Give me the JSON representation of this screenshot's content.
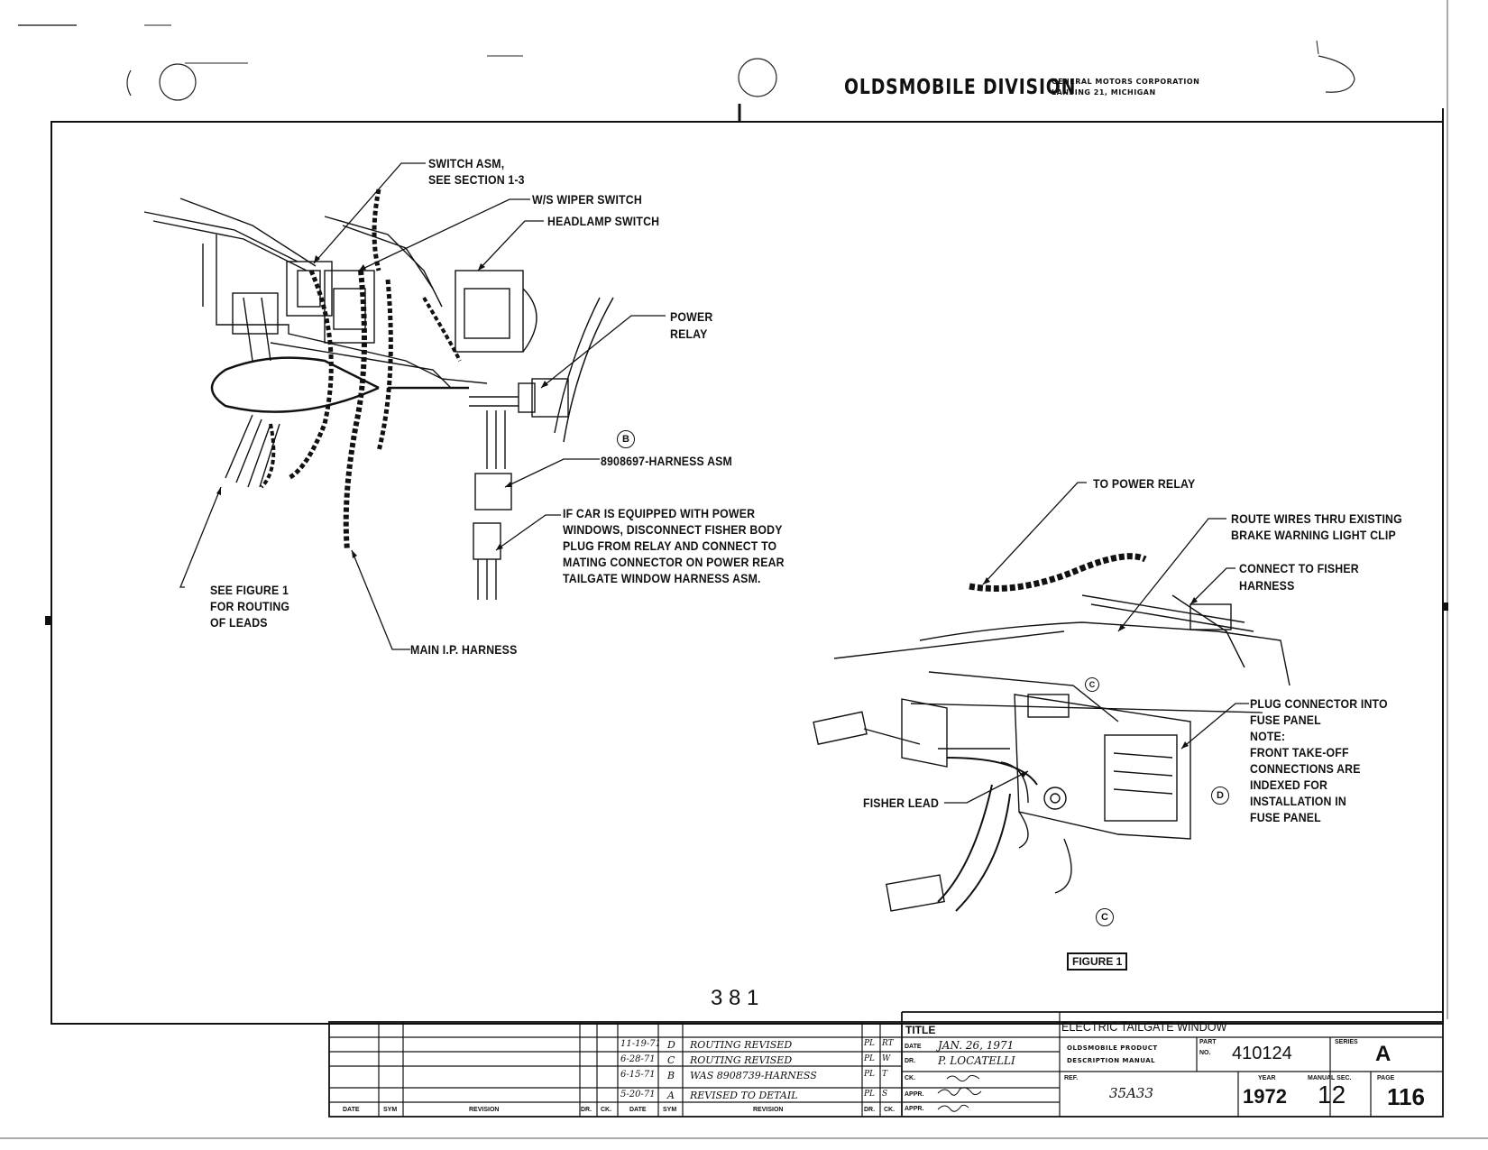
{
  "header": {
    "division": "OLDSMOBILE DIVISION",
    "corp_line1": "GENERAL MOTORS CORPORATION",
    "corp_line2": "LANSING 21, MICHIGAN"
  },
  "callouts": {
    "switch_asm_1": "SWITCH ASM,",
    "switch_asm_2": "SEE SECTION 1-3",
    "wiper_switch": "W/S WIPER SWITCH",
    "headlamp_switch": "HEADLAMP SWITCH",
    "power_relay_1": "POWER",
    "power_relay_2": "RELAY",
    "circle_b": "B",
    "harness_asm": "8908697-HARNESS ASM",
    "note_1": "IF CAR IS EQUIPPED WITH POWER",
    "note_2": "WINDOWS, DISCONNECT FISHER BODY",
    "note_3": "PLUG FROM RELAY AND CONNECT TO",
    "note_4": "MATING CONNECTOR ON POWER REAR",
    "note_5": "TAILGATE WINDOW HARNESS ASM.",
    "see_fig_1": "SEE FIGURE 1",
    "see_fig_2": "FOR ROUTING",
    "see_fig_3": "OF LEADS",
    "main_ip": "MAIN I.P. HARNESS",
    "to_power_relay": "TO POWER RELAY",
    "route_1": "ROUTE WIRES THRU EXISTING",
    "route_2": "BRAKE WARNING LIGHT CLIP",
    "connect_1": "CONNECT TO FISHER",
    "connect_2": "HARNESS",
    "plug_1": "PLUG CONNECTOR INTO",
    "plug_2": "FUSE PANEL",
    "plug_3": "NOTE:",
    "plug_4": "FRONT TAKE-OFF",
    "plug_5": "CONNECTIONS ARE",
    "plug_6": "INDEXED FOR",
    "plug_7": "INSTALLATION IN",
    "plug_8": "FUSE PANEL",
    "fisher_lead": "FISHER LEAD",
    "circle_c_small": "C",
    "circle_d": "D",
    "circle_c": "C",
    "figure_label": "FIGURE 1"
  },
  "page_number_center": "3 8 1",
  "title_block": {
    "title_label": "TITLE",
    "title": "ELECTRIC TAILGATE WINDOW",
    "date_label": "DATE",
    "date_value": "JAN. 26, 1971",
    "dr_label": "DR.",
    "dr_value": "P. LOCATELLI",
    "ck_label": "CK.",
    "appr_label": "APPR.",
    "manual_1": "OLDSMOBILE PRODUCT",
    "manual_2": "DESCRIPTION MANUAL",
    "part_label_1": "PART",
    "part_label_2": "NO.",
    "part_no": "410124",
    "series_label": "SERIES",
    "series": "A",
    "ref_label": "REF.",
    "ref_value": "35A33",
    "year_label": "YEAR",
    "year": "1972",
    "manual_sec_label": "MANUAL SEC.",
    "manual_sec": "12",
    "page_label": "PAGE",
    "page": "116"
  },
  "revision_table": {
    "headers": {
      "date": "DATE",
      "sym": "SYM",
      "revision": "REVISION",
      "dr": "DR.",
      "ck": "CK."
    },
    "rows": [
      {
        "date": "11-19-71",
        "sym": "D",
        "revision": "ROUTING REVISED",
        "dr": "PL",
        "ck": "RT"
      },
      {
        "date": "6-28-71",
        "sym": "C",
        "revision": "ROUTING REVISED",
        "dr": "PL",
        "ck": "W"
      },
      {
        "date": "6-15-71",
        "sym": "B",
        "revision": "WAS 8908739-HARNESS",
        "dr": "PL",
        "ck": "T"
      },
      {
        "date": "5-20-71",
        "sym": "A",
        "revision": "REVISED TO DETAIL",
        "dr": "PL",
        "ck": "S"
      }
    ]
  }
}
